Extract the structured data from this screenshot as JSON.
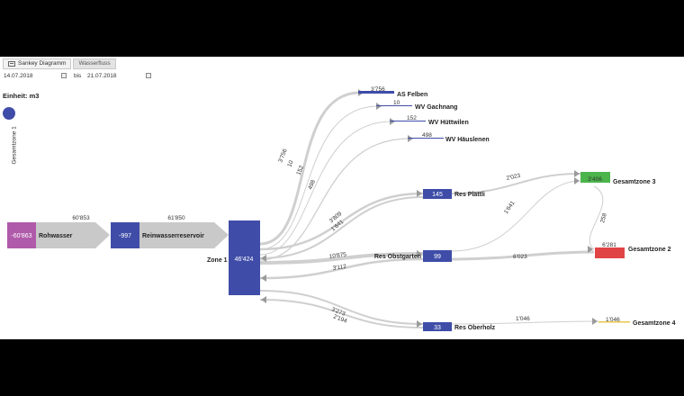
{
  "tabs": [
    {
      "label": "Sankey Diagramm",
      "icon": "chart-icon",
      "active": true
    },
    {
      "label": "Wasserfluss",
      "active": false
    }
  ],
  "date_range": {
    "from": "14.07.2018",
    "separator": "bis",
    "to": "21.07.2018"
  },
  "unit_label": "Einheit: m3",
  "legend": {
    "label": "Gesamtzone 1",
    "color": "#3f4da8"
  },
  "colors": {
    "blue": "#3f4da8",
    "magenta": "#b05aaa",
    "green": "#4bb44b",
    "red": "#e04444",
    "yellow": "#e8c64a",
    "link": "#cfcfcf"
  },
  "chart_data": {
    "type": "sankey",
    "nodes": [
      {
        "id": "rohwasser",
        "label": "Rohwasser",
        "value": "-60'863"
      },
      {
        "id": "reinwasserreservoir",
        "label": "Reinwasserreservoir",
        "value": "-997"
      },
      {
        "id": "zone1",
        "label": "Zone 1",
        "value": "46'424"
      },
      {
        "id": "as_felben",
        "label": "AS Felben",
        "value": ""
      },
      {
        "id": "wv_gachnang",
        "label": "WV Gachnang",
        "value": ""
      },
      {
        "id": "wv_huettwilen",
        "label": "WV Hüttwilen",
        "value": ""
      },
      {
        "id": "wv_haeuslenen",
        "label": "WV Häuslenen",
        "value": ""
      },
      {
        "id": "res_plaettli",
        "label": "Res Plättli",
        "value": "145"
      },
      {
        "id": "res_obstgarten",
        "label": "Res Obstgarten",
        "value": "99"
      },
      {
        "id": "res_oberholz",
        "label": "Res Oberholz",
        "value": "33"
      },
      {
        "id": "gesamtzone3",
        "label": "Gesamtzone 3",
        "value": "3'406"
      },
      {
        "id": "gesamtzone2",
        "label": "Gesamtzone 2",
        "value": "6'281"
      },
      {
        "id": "gesamtzone4",
        "label": "Gesamtzone 4",
        "value": "1'046"
      }
    ],
    "links": [
      {
        "source": "rohwasser",
        "target": "reinwasserreservoir",
        "label": "60'853"
      },
      {
        "source": "reinwasserreservoir",
        "target": "zone1",
        "label": "61'850"
      },
      {
        "source": "zone1",
        "target": "as_felben",
        "label": "3'756",
        "end_label": "3'756"
      },
      {
        "source": "zone1",
        "target": "wv_gachnang",
        "label": "10",
        "end_label": "10"
      },
      {
        "source": "zone1",
        "target": "wv_huettwilen",
        "label": "152",
        "end_label": "152"
      },
      {
        "source": "zone1",
        "target": "wv_haeuslenen",
        "label": "498",
        "end_label": "498"
      },
      {
        "source": "zone1",
        "target": "res_plaettli",
        "label": "3'809"
      },
      {
        "source": "res_plaettli",
        "target": "zone1",
        "label": "1'641"
      },
      {
        "source": "res_plaettli",
        "target": "gesamtzone3",
        "label": "2'023"
      },
      {
        "source": "res_obstgarten",
        "target": "gesamtzone3",
        "label": "1'641"
      },
      {
        "source": "zone1",
        "target": "res_obstgarten",
        "label": "10'875"
      },
      {
        "source": "res_obstgarten",
        "target": "zone1",
        "label": "3'112"
      },
      {
        "source": "res_obstgarten",
        "target": "gesamtzone2",
        "label": "6'023"
      },
      {
        "source": "gesamtzone3",
        "target": "gesamtzone2",
        "label": "258"
      },
      {
        "source": "zone1",
        "target": "res_oberholz",
        "label": "3'273"
      },
      {
        "source": "res_oberholz",
        "target": "zone1",
        "label": "2'194"
      },
      {
        "source": "res_oberholz",
        "target": "gesamtzone4",
        "label": "1'046",
        "end_label": "1'046"
      }
    ]
  }
}
